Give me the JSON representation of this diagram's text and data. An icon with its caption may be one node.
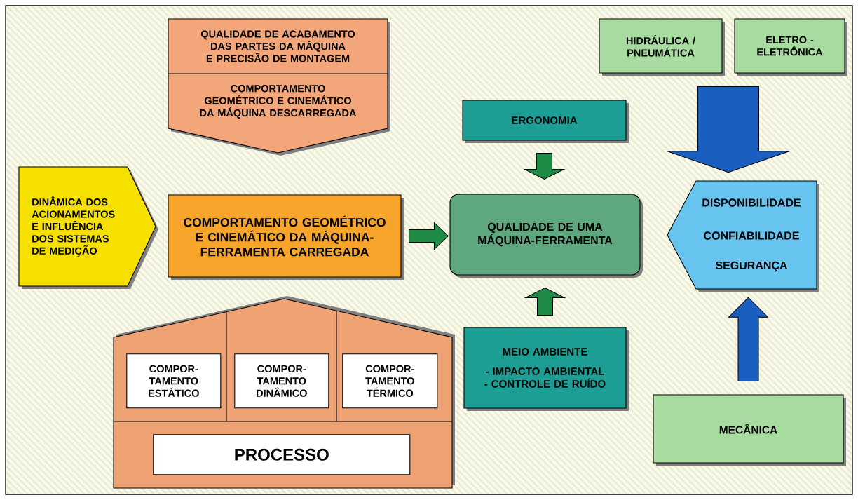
{
  "diagram": {
    "nodes": [
      {
        "text": [
          "QUALIDADE DE ACABAMENTO DAS PARTES DA MÁQUINA E PRECISÃO DE MONTAGEM",
          "COMPORTAMENTO GEOMÉTRICO E CINEMÁTICO DA MÁQUINA DESCARREGADA"
        ]
      },
      {
        "text": [
          "DINÂMICA DOS ACIONAMENTOS E INFLUÊNCIA DOS SISTEMAS DE MEDIÇÃO"
        ]
      },
      {
        "text": [
          "COMPORTAMENTO GEOMÉTRICO E CINEMÁTICO DA MÁQUINA-FERRAMENTA CARREGADA"
        ]
      },
      {
        "text": [],
        "shape": "house"
      },
      {
        "text": [
          "COMPOR- TAMENTO ESTÁTICO"
        ],
        "in": 3
      },
      {
        "text": [
          "COMPOR- TAMENTO DINÂMICO"
        ],
        "in": 3
      },
      {
        "text": [
          "COMPOR- TAMENTO TÉRMICO"
        ],
        "in": 3
      },
      {
        "text": [
          "PROCESSO"
        ],
        "in": 3
      },
      {
        "text": [
          "ERGONOMIA"
        ]
      },
      {
        "text": [
          "QUALIDADE DE UMA MÁQUINA-FERRAMENTA"
        ]
      },
      {
        "text": [
          "MEIO AMBIENTE",
          "- IMPACTO AMBIENTAL",
          "- CONTROLE DE RUÍDO"
        ]
      },
      {
        "text": [
          "HIDRÁULICA / PNEUMÁTICA"
        ]
      },
      {
        "text": [
          "ELETRO - ELETRÔNICA"
        ]
      },
      {
        "text": [
          "DISPONIBILIDADE",
          "CONFIABILIDADE",
          "SEGURANÇA"
        ]
      },
      {
        "text": [
          "MECÂNICA"
        ]
      }
    ],
    "edges": [
      {
        "from": 2,
        "to": 9,
        "arrow": "to",
        "color": "#1e8a45"
      },
      {
        "from": 8,
        "to": 9,
        "arrow": "to",
        "color": "#1e8a45"
      },
      {
        "from": 10,
        "to": 9,
        "arrow": "to",
        "color": "#1e8a45"
      },
      {
        "from": 11,
        "to": 13,
        "arrow": "to",
        "color": "#1a5fc0"
      },
      {
        "from": 12,
        "to": 13,
        "arrow": "to",
        "color": "#1a5fc0"
      },
      {
        "from": 14,
        "to": 13,
        "arrow": "to",
        "color": "#1a5fc0"
      }
    ]
  }
}
